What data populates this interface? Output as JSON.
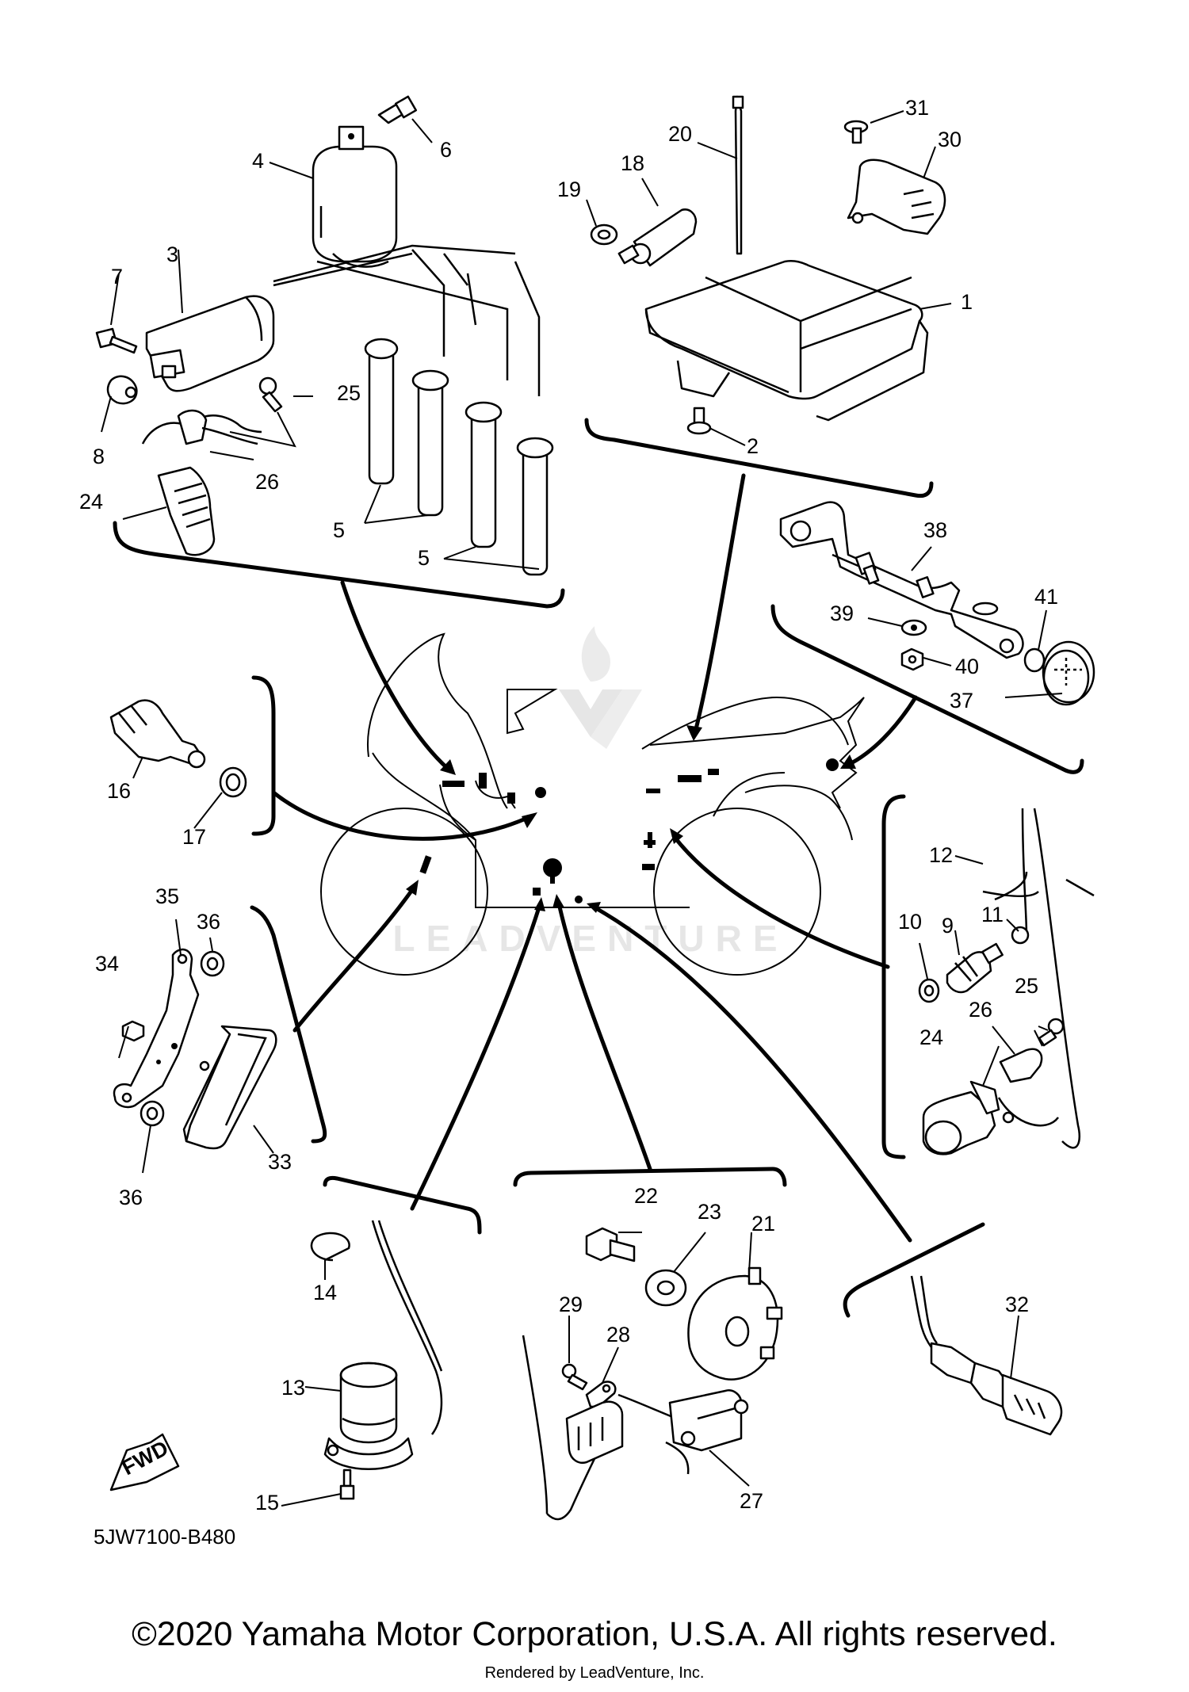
{
  "diagram": {
    "reference_code": "5JW7100-B480",
    "fwd_label": "FWD",
    "watermark": "LEADVENTURE",
    "callouts": {
      "c1": "1",
      "c2": "2",
      "c3": "3",
      "c4": "4",
      "c5a": "5",
      "c5b": "5",
      "c6": "6",
      "c7": "7",
      "c8": "8",
      "c9": "9",
      "c10": "10",
      "c11": "11",
      "c12": "12",
      "c13": "13",
      "c14": "14",
      "c15": "15",
      "c16": "16",
      "c17": "17",
      "c18": "18",
      "c19": "19",
      "c20": "20",
      "c21": "21",
      "c22": "22",
      "c23": "23",
      "c24a": "24",
      "c24b": "24",
      "c25a": "25",
      "c25b": "25",
      "c26a": "26",
      "c26b": "26",
      "c27": "27",
      "c28": "28",
      "c29": "29",
      "c30": "30",
      "c31": "31",
      "c32": "32",
      "c33": "33",
      "c34": "34",
      "c35": "35",
      "c36a": "36",
      "c36b": "36",
      "c37": "37",
      "c38": "38",
      "c39": "39",
      "c40": "40",
      "c41": "41"
    }
  },
  "footer": {
    "copyright": "©2020 Yamaha Motor Corporation, U.S.A. All rights reserved.",
    "rendered_by": "Rendered by LeadVenture, Inc."
  }
}
